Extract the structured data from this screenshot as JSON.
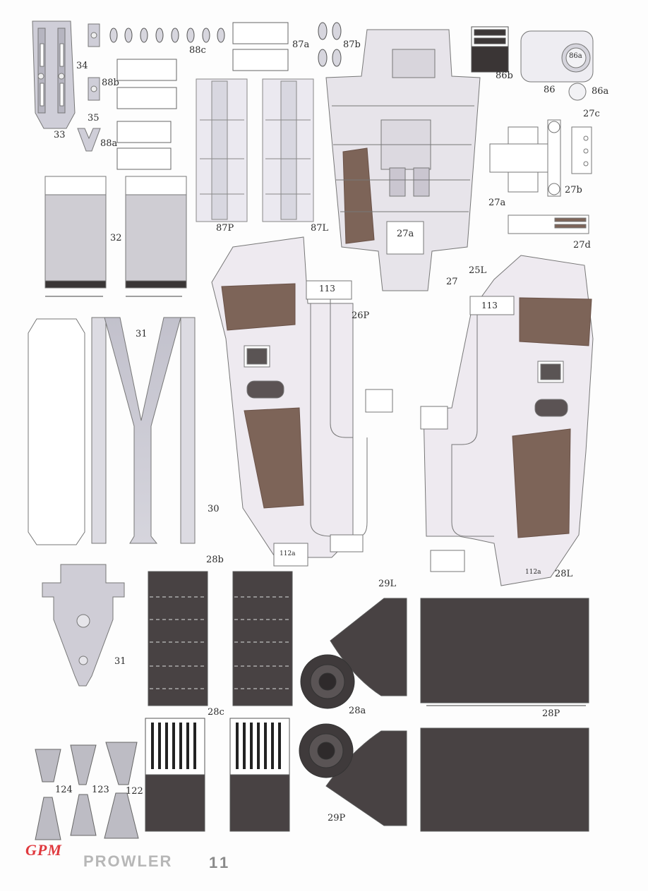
{
  "brand": "GPM",
  "model": "PROWLER",
  "page_number": "11",
  "colors": {
    "paper": "#fdfdfd",
    "outline": "#7a7a7a",
    "panel_grey": "#c9c8d2",
    "light_panel": "#e9e7ee",
    "dark_panel": "#4b4344",
    "rust_brown": "#7a5a50",
    "brand_red": "#e0393e"
  },
  "part_labels": {
    "p33": "33",
    "p34": "34",
    "p35": "35",
    "p88c": "88c",
    "p88b": "88b",
    "p88a": "88a",
    "p87a": "87a",
    "p87b": "87b",
    "p86b": "86b",
    "p86": "86",
    "p86a": "86a",
    "p86a_dial": "86a",
    "p27c": "27c",
    "p27b": "27b",
    "p27a_side": "27a",
    "p27d": "27d",
    "p27a_inner": "27a",
    "p27": "27",
    "p32": "32",
    "p87P": "87P",
    "p87L": "87L",
    "p31_top": "31",
    "p30": "30",
    "p26P": "26P",
    "p113_left": "113",
    "p25L": "25L",
    "p113_right": "113",
    "p112a_left": "112a",
    "p112a_right": "112a",
    "p31_bottom": "31",
    "p28b": "28b",
    "p29L": "29L",
    "p28L": "28L",
    "p28a": "28a",
    "p28P": "28P",
    "p28c": "28c",
    "p29P": "29P",
    "p124": "124",
    "p123": "123",
    "p122": "122"
  }
}
